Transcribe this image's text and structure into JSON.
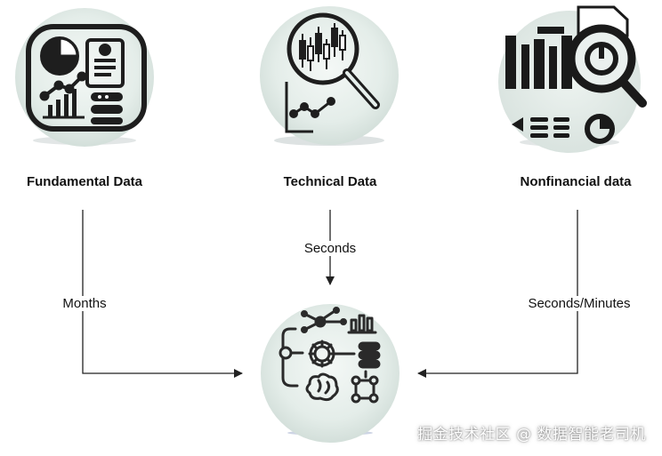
{
  "nodes": {
    "fundamental": {
      "title": "Fundamental Data",
      "icon": "fundamental-data-icon"
    },
    "technical": {
      "title": "Technical Data",
      "icon": "technical-data-icon"
    },
    "nonfinancial": {
      "title": "Nonfinancial data",
      "icon": "nonfinancial-data-icon"
    },
    "hub": {
      "icon": "ai-processing-icon"
    }
  },
  "edges": {
    "fundamental_to_hub": "Months",
    "technical_to_hub": "Seconds",
    "nonfinancial_to_hub": "Seconds/Minutes"
  },
  "watermark": "掘金技术社区 @ 数据智能老司机",
  "colors": {
    "circle_fill": "#e6efec",
    "icon_stroke": "#1e1e1e",
    "line": "#222222"
  }
}
